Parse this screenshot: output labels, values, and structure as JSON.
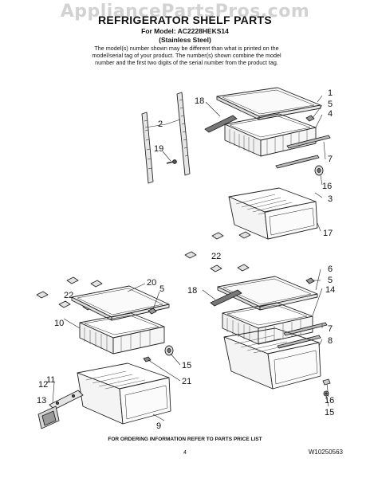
{
  "watermark": "AppliancePartsPros.com",
  "header": {
    "title": "REFRIGERATOR SHELF PARTS",
    "model_line": "For Model: AC2228HEKS14",
    "finish": "(Stainless Steel)",
    "note": "The model(s) number shown may be different than what is printed on the model/serial tag of your product. The number(s) shown combine the model number and the first two digits of the serial number from the product tag."
  },
  "callouts": {
    "c1": "1",
    "c5a": "5",
    "c4": "4",
    "c18a": "18",
    "c2": "2",
    "c19": "19",
    "c7a": "7",
    "c16a": "16",
    "c3": "3",
    "c17": "17",
    "c22a": "22",
    "c6": "6",
    "c5b": "5",
    "c14": "14",
    "c18b": "18",
    "c7b": "7",
    "c8": "8",
    "c20": "20",
    "c5c": "5",
    "c22b": "22",
    "c10": "10",
    "c15a": "15",
    "c21": "21",
    "c12": "12",
    "c11": "11",
    "c13": "13",
    "c9": "9",
    "c16b": "16",
    "c15b": "15"
  },
  "footer": {
    "ordering": "FOR ORDERING INFORMATION REFER TO PARTS PRICE LIST",
    "page": "4",
    "doc_number": "W10250563"
  }
}
